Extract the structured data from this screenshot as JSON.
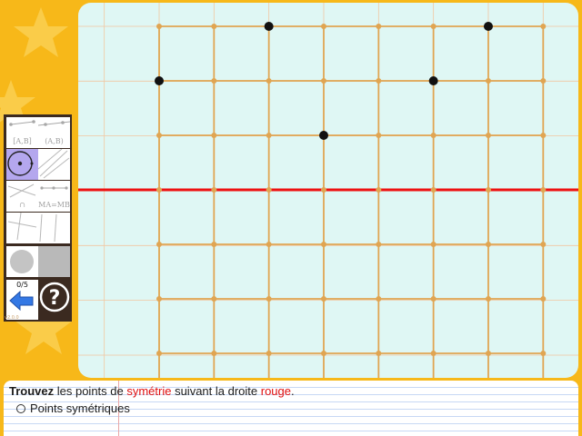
{
  "instruction": {
    "verb": "Trouvez",
    "part1": " les points de ",
    "symmetry_word": "symétrie",
    "part2": " suivant la droite ",
    "line_color_word": "rouge",
    "period": "."
  },
  "answer_option": {
    "label": "Points symétriques"
  },
  "tools": [
    {
      "name": "segment-tool",
      "label": "[A,B]"
    },
    {
      "name": "line-tool",
      "label": "(A,B)"
    },
    {
      "name": "circle-tool",
      "label": "",
      "selected": true
    },
    {
      "name": "lines-tool",
      "label": ""
    },
    {
      "name": "intersection-tool",
      "label": "∩"
    },
    {
      "name": "midpoint-tool",
      "label": "MA=MB"
    },
    {
      "name": "perpendicular-tool",
      "label": ""
    },
    {
      "name": "parallel-tool",
      "label": ""
    },
    {
      "name": "point-color-tool",
      "label": ""
    },
    {
      "name": "fill-tool",
      "label": ""
    }
  ],
  "progress": {
    "counter": "0/5",
    "done": 0,
    "total": 5
  },
  "version": "v2.0.0",
  "grid": {
    "columns": 7,
    "rows": 7,
    "symmetry_axis_row": 3,
    "black_points": [
      [
        2,
        0
      ],
      [
        6,
        0
      ],
      [
        0,
        1
      ],
      [
        5,
        1
      ],
      [
        3,
        2
      ]
    ]
  },
  "colors": {
    "background": "#f7b819",
    "canvas": "#dff7f4",
    "grid_lines": "#e0a552",
    "axis": "#ee1111",
    "points": "#111111",
    "tool_selected": "#b4a7ee",
    "arrow": "#3478e4"
  },
  "icons": {
    "back": "arrow-left-icon",
    "help": "question-mark-icon"
  }
}
